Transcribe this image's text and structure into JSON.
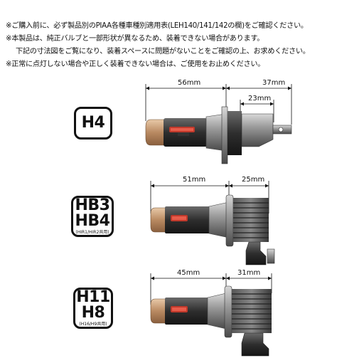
{
  "notes": [
    "※ご購入前に、必ず製品別のPIAA各種車種別適用表(LEH140/141/142の欄)をご確認ください。",
    "※本製品は、純正バルブと一部形状が異なるため、装着できない場合があります。",
    "下記の寸法図をご覧になり、装着スペースに問題がないことをご確認の上、お求めください。",
    "※正常に点灯しない場合や正しく装着できない場合は、ご使用をお止めください。"
  ],
  "bulbs": [
    {
      "badge": [
        "H4"
      ],
      "badge_sub": "",
      "dims": [
        "56mm",
        "37mm",
        "23mm"
      ]
    },
    {
      "badge": [
        "HB3",
        "HB4"
      ],
      "badge_sub": "(HIR1/HIR2共用)",
      "dims": [
        "51mm",
        "25mm"
      ]
    },
    {
      "badge": [
        "H11",
        "H8"
      ],
      "badge_sub": "(H16/H9共用)",
      "dims": [
        "45mm",
        "31mm"
      ]
    }
  ]
}
